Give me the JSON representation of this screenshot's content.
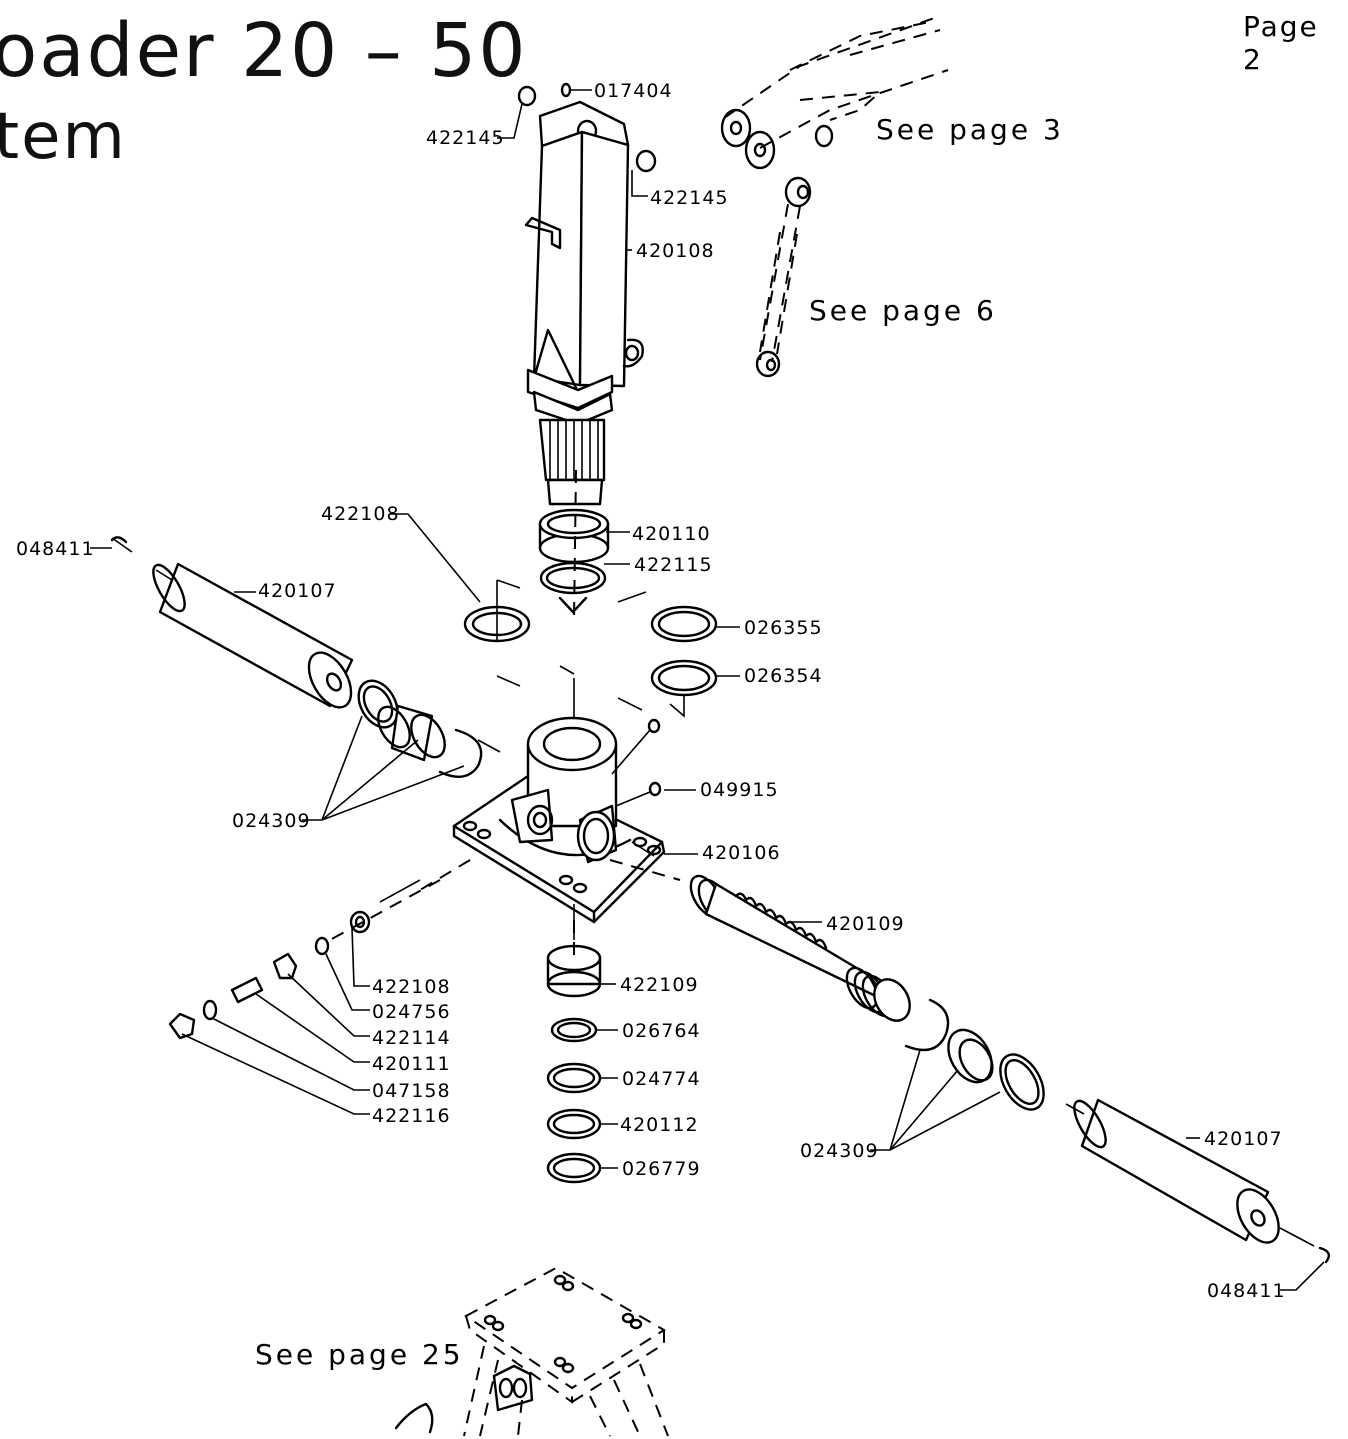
{
  "title": {
    "line1": "oader 20 – 50",
    "line2": "tem"
  },
  "page_label": "Page 2",
  "references": [
    {
      "id": "ref-page-3",
      "text": "See page 3"
    },
    {
      "id": "ref-page-6",
      "text": "See page 6"
    },
    {
      "id": "ref-page-25",
      "text": "See page 25"
    }
  ],
  "parts": [
    {
      "id": "p017404",
      "number": "017404"
    },
    {
      "id": "p422145a",
      "number": "422145"
    },
    {
      "id": "p422145b",
      "number": "422145"
    },
    {
      "id": "p420108",
      "number": "420108"
    },
    {
      "id": "p422108a",
      "number": "422108"
    },
    {
      "id": "p420110",
      "number": "420110"
    },
    {
      "id": "p422115",
      "number": "422115"
    },
    {
      "id": "p048411a",
      "number": "048411"
    },
    {
      "id": "p420107a",
      "number": "420107"
    },
    {
      "id": "p026355",
      "number": "026355"
    },
    {
      "id": "p026354",
      "number": "026354"
    },
    {
      "id": "p049915",
      "number": "049915"
    },
    {
      "id": "p024309a",
      "number": "024309"
    },
    {
      "id": "p420106",
      "number": "420106"
    },
    {
      "id": "p420109",
      "number": "420109"
    },
    {
      "id": "p422108b",
      "number": "422108"
    },
    {
      "id": "p024756",
      "number": "024756"
    },
    {
      "id": "p422114",
      "number": "422114"
    },
    {
      "id": "p420111",
      "number": "420111"
    },
    {
      "id": "p047158",
      "number": "047158"
    },
    {
      "id": "p422116",
      "number": "422116"
    },
    {
      "id": "p422109",
      "number": "422109"
    },
    {
      "id": "p026764",
      "number": "026764"
    },
    {
      "id": "p024774",
      "number": "024774"
    },
    {
      "id": "p420112",
      "number": "420112"
    },
    {
      "id": "p026779",
      "number": "026779"
    },
    {
      "id": "p024309b",
      "number": "024309"
    },
    {
      "id": "p420107b",
      "number": "420107"
    },
    {
      "id": "p048411b",
      "number": "048411"
    }
  ]
}
